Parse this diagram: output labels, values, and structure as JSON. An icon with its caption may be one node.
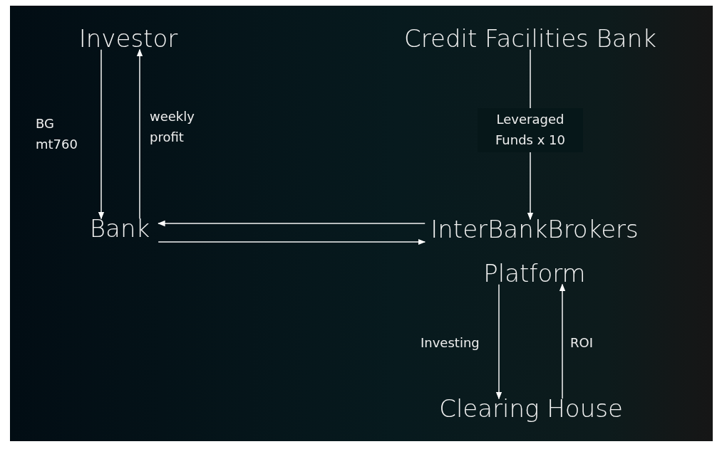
{
  "diagram": {
    "nodes": [
      {
        "text": [
          "Investor"
        ]
      },
      {
        "text": [
          "Credit Facilities Bank"
        ]
      },
      {
        "text": [
          "Bank"
        ]
      },
      {
        "text": [
          "InterBankBrokers"
        ]
      },
      {
        "text": [
          "Platform"
        ]
      },
      {
        "text": [
          "Clearing House"
        ]
      }
    ],
    "edges": [
      {
        "from": 0,
        "to": 2,
        "arrow": "to",
        "label": "BG mt760"
      },
      {
        "from": 2,
        "to": 0,
        "arrow": "to",
        "label": "weekly profit"
      },
      {
        "from": 1,
        "to": 3,
        "arrow": "to",
        "label": "Leveraged Funds x 10"
      },
      {
        "from": 3,
        "to": 2,
        "arrow": "to"
      },
      {
        "from": 2,
        "to": 3,
        "arrow": "to"
      },
      {
        "from": 4,
        "to": 5,
        "arrow": "to",
        "label": "Investing"
      },
      {
        "from": 5,
        "to": 4,
        "arrow": "to",
        "label": "ROI"
      }
    ]
  }
}
